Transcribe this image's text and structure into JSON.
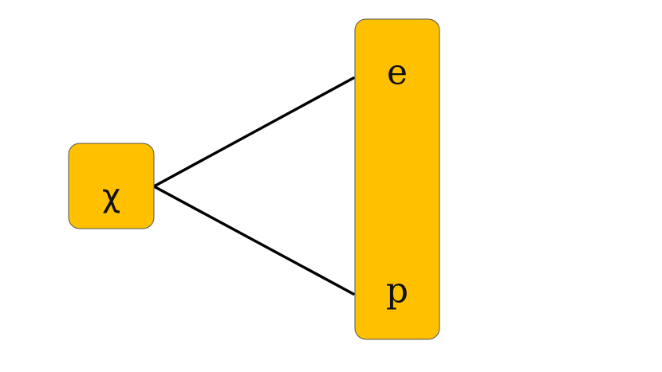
{
  "diagram": {
    "colors": {
      "node_fill": "#FFC000",
      "node_border": "#555555",
      "edge": "#000000",
      "background": "#FFFFFF"
    },
    "source_node": {
      "label": "χ"
    },
    "target_node": {
      "labels": {
        "top": "e",
        "bottom": "p"
      }
    },
    "edges": [
      {
        "from": "χ",
        "to": "e"
      },
      {
        "from": "χ",
        "to": "p"
      }
    ]
  }
}
